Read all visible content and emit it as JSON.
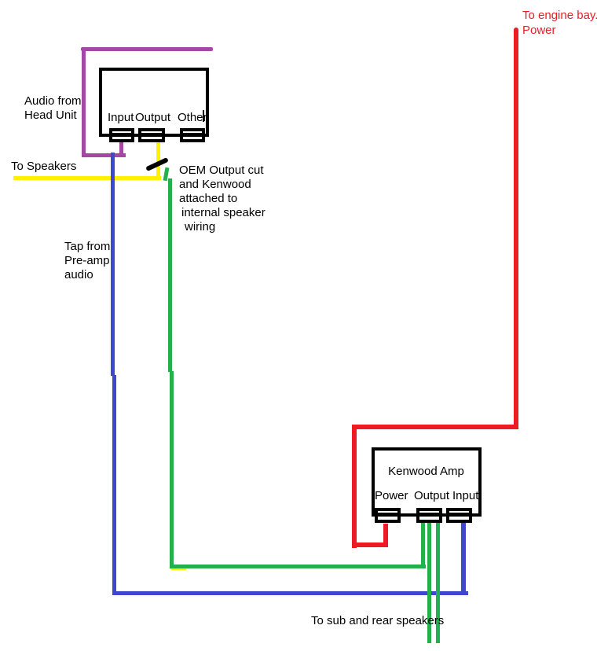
{
  "palette": {
    "red": "#ED1C24",
    "yellow": "#FFF200",
    "green": "#22B14C",
    "blue": "#3F48CC",
    "purple": "#A349A4",
    "black": "#000000"
  },
  "annotations": {
    "engine_bay": {
      "line1": "To engine bay.",
      "line2": "Power"
    },
    "audio_source": {
      "line1": "Audio from",
      "line2": "Head Unit"
    },
    "to_speakers": "To Speakers",
    "oem_note": {
      "line1": "OEM Output cut",
      "line2": "and Kenwood",
      "line3": "attached to",
      "line4": "internal speaker",
      "line5": "wiring"
    },
    "tap_note": {
      "line1": "Tap from",
      "line2": "Pre-amp",
      "line3": "audio"
    },
    "to_sub": "To sub and rear speakers"
  },
  "head_unit": {
    "ports": {
      "input": "Input",
      "output": "Output",
      "other": "Other"
    }
  },
  "amp": {
    "title": "Kenwood Amp",
    "ports": {
      "power": "Power",
      "output": "Output",
      "input": "Input"
    }
  },
  "wires": [
    {
      "id": "purple-wire",
      "color": "#A349A4",
      "role": "Audio from Head Unit into Input port"
    },
    {
      "id": "yellow-wire",
      "color": "#FFF200",
      "role": "OEM Output to Speakers"
    },
    {
      "id": "blue-wire",
      "color": "#3F48CC",
      "role": "Tap from Pre-amp audio to Kenwood Amp Input"
    },
    {
      "id": "green-wire",
      "color": "#22B14C",
      "role": "Kenwood attached to internal speaker wiring, Amp Output to sub and rear speakers"
    },
    {
      "id": "red-wire",
      "color": "#ED1C24",
      "role": "Power from engine bay to Kenwood Amp Power"
    },
    {
      "id": "cut-mark",
      "color": "#000000",
      "role": "OEM Output cut mark"
    }
  ]
}
